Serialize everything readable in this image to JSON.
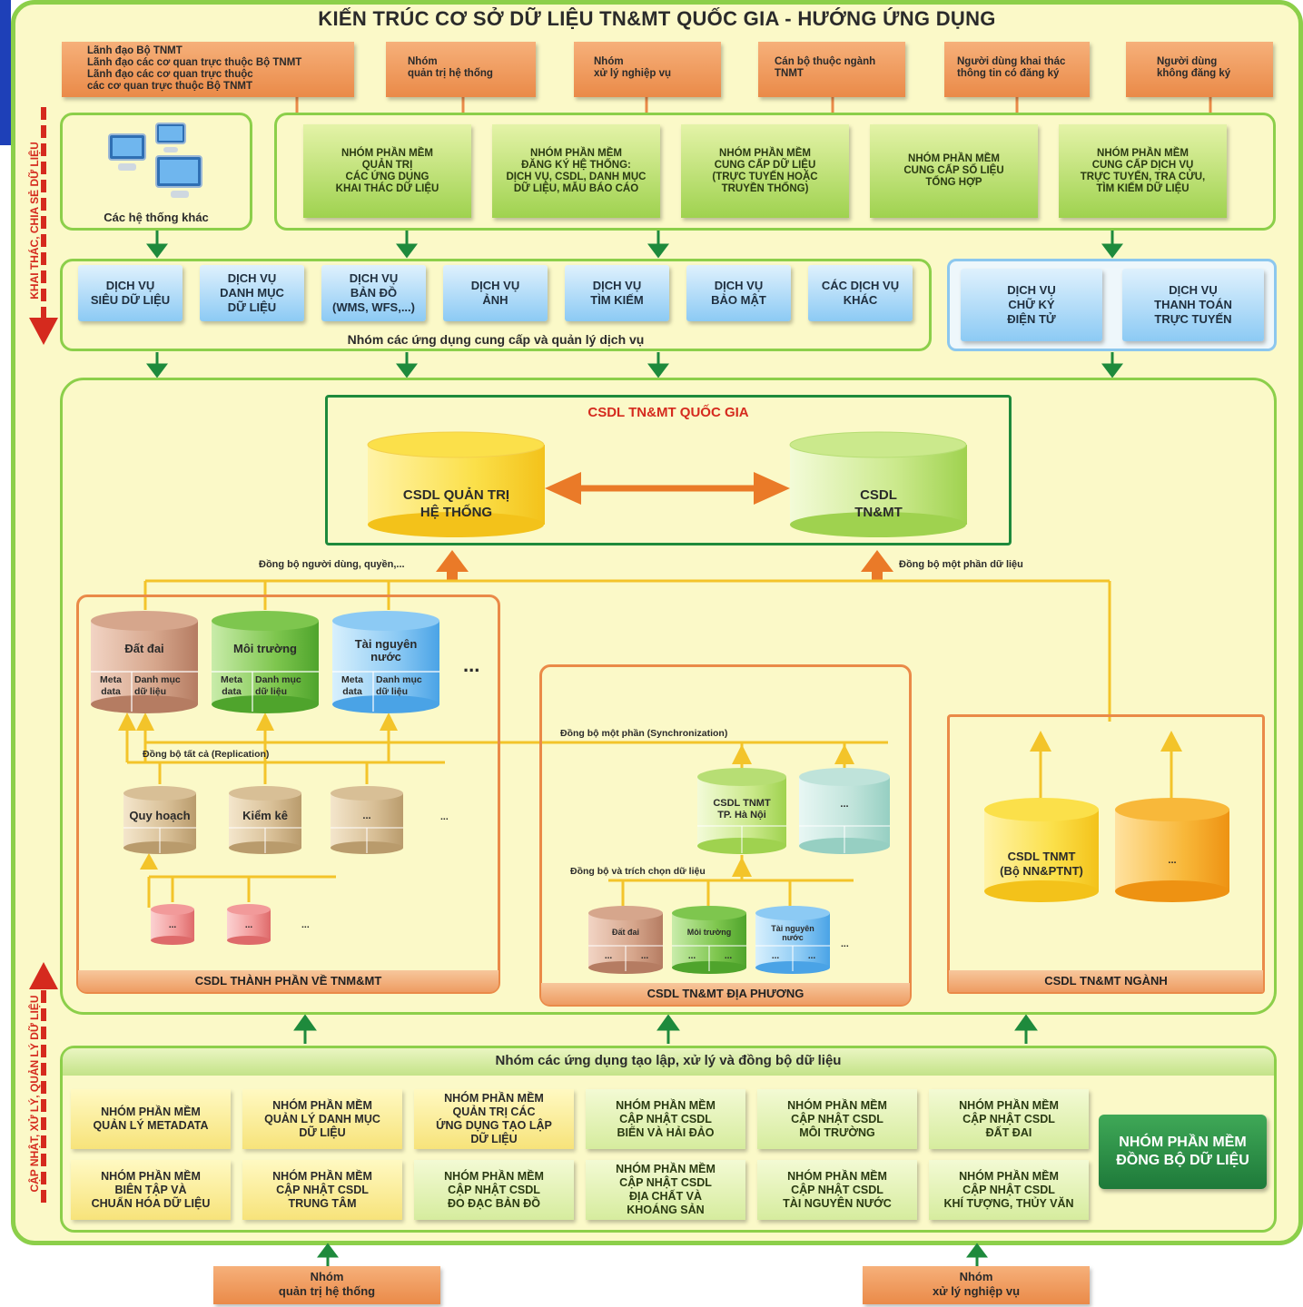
{
  "title": "KIẾN TRÚC CƠ SỞ DỮ LIỆU TN&MT QUỐC GIA - HƯỚNG ỨNG DỤNG",
  "users": [
    "Lãnh đạo Bộ TNMT\nLãnh đạo các cơ quan trực thuộc Bộ TNMT\nLãnh đạo các cơ quan trực thuộc\ncác cơ quan trực thuộc Bộ TNMT",
    "Nhóm\nquản trị hệ thống",
    "Nhóm\nxử lý nghiệp vụ",
    "Cán bộ thuộc ngành\nTNMT",
    "Người dùng khai thác\nthông tin có đăng ký",
    "Người dùng\nkhông đăng ký"
  ],
  "other_systems": "Các hệ thống khác",
  "software_groups_top": [
    "NHÓM PHẦN MỀM\nQUẢN TRỊ\nCÁC ỨNG DỤNG\nKHAI THÁC DỮ LIỆU",
    "NHÓM PHẦN MỀM\nĐĂNG KÝ HỆ THỐNG:\nDỊCH VỤ, CSDL, DANH MỤC\nDỮ LIỆU, MẪU BÁO CÁO",
    "NHÓM PHẦN MỀM\nCUNG CẤP DỮ LIỆU\n(TRỰC TUYẾN HOẶC\nTRUYỀN THỐNG)",
    "NHÓM PHẦN MỀM\nCUNG CẤP SỐ LIỆU\nTỔNG HỢP",
    "NHÓM PHẦN MỀM\nCUNG CẤP DỊCH VỤ\nTRỰC TUYẾN, TRA CỨU,\nTÌM KIẾM DỮ LIỆU"
  ],
  "services": [
    "DỊCH VỤ\nSIÊU DỮ LIỆU",
    "DỊCH VỤ\nDANH MỤC\nDỮ LIỆU",
    "DỊCH VỤ\nBẢN ĐỒ\n(WMS, WFS,...)",
    "DỊCH VỤ\nẢNH",
    "DỊCH VỤ\nTÌM KIẾM",
    "DỊCH VỤ\nBẢO MẬT",
    "CÁC DỊCH VỤ\nKHÁC"
  ],
  "services_group_label": "Nhóm các ứng dụng cung cấp và quản lý dịch vụ",
  "services_right": [
    "DỊCH VỤ\nCHỮ KÝ\nĐIỆN TỬ",
    "DỊCH VỤ\nTHANH TOÁN\nTRỰC TUYẾN"
  ],
  "left_arrow_top": "KHAI THÁC, CHIA SẺ DỮ LIỆU",
  "left_arrow_bottom": "CẬP NHẬT, XỬ LÝ, QUẢN LÝ DỮ LIỆU",
  "national_db": {
    "title": "CSDL TN&MT QUỐC GIA",
    "admin_db": "CSDL QUẢN TRỊ\nHỆ THỐNG",
    "tnmt_db": "CSDL\nTN&MT"
  },
  "sync_users": "Đồng bộ người dùng, quyền,...",
  "sync_partial_data": "Đồng bộ một phần dữ liệu",
  "component": {
    "footer": "CSDL THÀNH PHẦN VỀ TNM&MT",
    "dbs": [
      {
        "name": "Đất đai",
        "meta": "Meta\ndata",
        "catalog": "Danh mục\ndữ liệu"
      },
      {
        "name": "Môi trường",
        "meta": "Meta\ndata",
        "catalog": "Danh mục\ndữ liệu"
      },
      {
        "name": "Tài nguyên\nnước",
        "meta": "Meta\ndata",
        "catalog": "Danh mục\ndữ liệu"
      }
    ],
    "more": "...",
    "replication": "Đồng bộ tất cả (Replication)",
    "sub": [
      "Quy hoạch",
      "Kiểm kê",
      "..."
    ],
    "sub_more": "...",
    "small": [
      "...",
      "..."
    ],
    "small_more": "..."
  },
  "local": {
    "footer": "CSDL TN&MT ĐỊA PHƯƠNG",
    "sync_partial": "Đồng bộ một phần (Synchronization)",
    "hanoi": "CSDL TNMT\nTP. Hà Nội",
    "other": "...",
    "sync_select": "Đồng bộ và trích chọn dữ liệu",
    "dbs": [
      "Đất đai",
      "Môi trường",
      "Tài nguyên\nnước"
    ],
    "cell": "...",
    "more": "..."
  },
  "sector": {
    "footer": "CSDL TN&MT NGÀNH",
    "db1": "CSDL TNMT\n(Bộ NN&PTNT)",
    "db2": "..."
  },
  "bottom_group_label": "Nhóm các ứng dụng tạo lập, xử lý và đồng bộ dữ liệu",
  "bottom_row1": [
    "NHÓM PHẦN MỀM\nQUẢN LÝ METADATA",
    "NHÓM PHẦN MỀM\nQUẢN LÝ DANH MỤC\nDỮ LIỆU",
    "NHÓM PHẦN MỀM\nQUẢN TRỊ CÁC\nỨNG DỤNG TẠO LẬP\nDỮ LIỆU",
    "NHÓM PHẦN MỀM\nCẬP NHẬT CSDL\nBIỂN VÀ HẢI ĐẢO",
    "NHÓM PHẦN MỀM\nCẬP NHẬT CSDL\nMÔI TRƯỜNG",
    "NHÓM PHẦN MỀM\nCẬP NHẬT CSDL\nĐẤT ĐAI"
  ],
  "bottom_row2": [
    "NHÓM PHẦN MỀM\nBIÊN TẬP VÀ\nCHUẨN HÓA DỮ LIỆU",
    "NHÓM PHẦN MỀM\nCẬP NHẬT CSDL\nTRUNG TÂM",
    "NHÓM PHẦN MỀM\nCẬP NHẬT CSDL\nĐO ĐẠC BẢN ĐỒ",
    "NHÓM PHẦN MỀM\nCẬP NHẬT CSDL\nĐỊA CHẤT VÀ\nKHOÁNG SẢN",
    "NHÓM PHẦN MỀM\nCẬP NHẬT CSDL\nTÀI NGUYÊN NƯỚC",
    "NHÓM PHẦN MỀM\nCẬP NHẬT CSDL\nKHÍ TƯỢNG, THỦY VĂN"
  ],
  "sync_software": "NHÓM PHẦN MỀM\nĐỒNG BỘ DỮ LIỆU",
  "bottom_users": [
    "Nhóm\nquản trị hệ thống",
    "Nhóm\nxử lý nghiệp vụ"
  ]
}
